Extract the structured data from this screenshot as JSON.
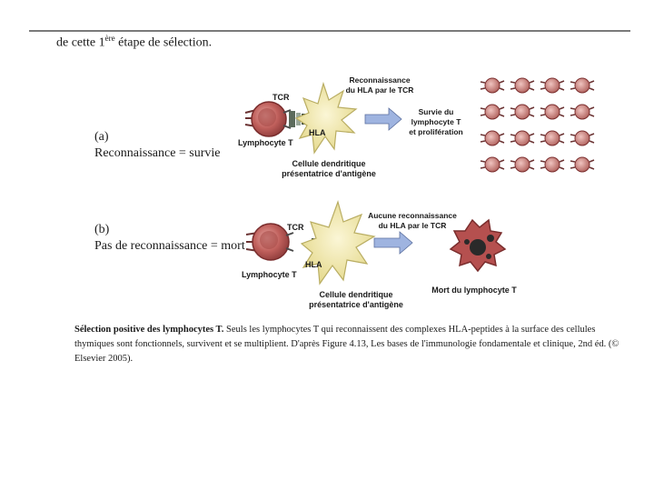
{
  "header": {
    "intro_text": "de cette 1",
    "intro_sup": "ère",
    "intro_rest": " étape de sélection."
  },
  "panel_a": {
    "letter": "(a)",
    "label": "Reconnaissance = survie",
    "tcr": "TCR",
    "hla": "HLA",
    "lymphocyte": "Lymphocyte T",
    "top_caption_1": "Reconnaissance",
    "top_caption_2": "du HLA par le TCR",
    "dendritic_1": "Cellule dendritique",
    "dendritic_2": "présentatrice d'antigène",
    "outcome_1": "Survie du",
    "outcome_2": "lymphocyte T",
    "outcome_3": "et prolifération",
    "proliferated_cells": 16
  },
  "panel_b": {
    "letter": "(b)",
    "label": "Pas de reconnaissance = mort",
    "tcr": "TCR",
    "hla": "HLA",
    "lymphocyte": "Lymphocyte T",
    "top_caption_1": "Aucune reconnaissance",
    "top_caption_2": "du HLA par le TCR",
    "dendritic_1": "Cellule dendritique",
    "dendritic_2": "présentatrice d'antigène",
    "outcome": "Mort du lymphocyte T"
  },
  "caption": {
    "title": "Sélection positive des lymphocytes T.",
    "body": " Seuls les lymphocytes T qui reconnaissent des complexes HLA-peptides à la surface des cellules thymiques sont fonctionnels, survivent et se multiplient. D'après Figure 4.13, Les bases de l'immunologie fondamentale et clinique, 2nd éd. (© Elsevier 2005)."
  },
  "colors": {
    "cell_red": "#b5504f",
    "dendritic_yellow": "#f3eab0",
    "arrow_blue": "#9fb4e0"
  }
}
